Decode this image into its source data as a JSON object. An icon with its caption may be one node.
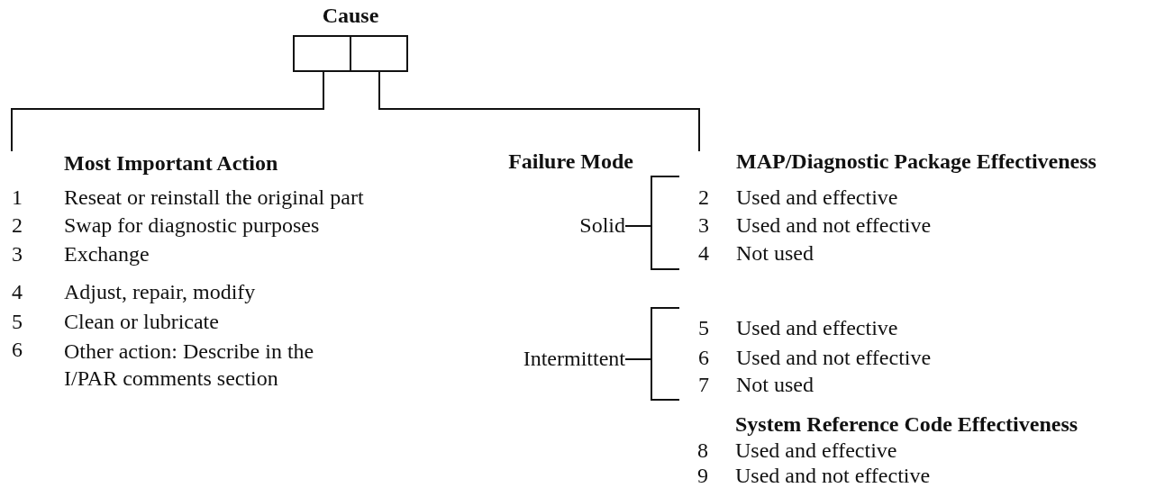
{
  "diagram": {
    "nodes": [
      {
        "text": [
          "Cause"
        ]
      },
      {
        "text": [],
        "shape": "box",
        "in": 0
      },
      {
        "text": [],
        "shape": "box",
        "in": 0
      },
      {
        "text": [
          "Most Important Action",
          "1",
          "Reseat or reinstall the original part",
          "2",
          "Swap for diagnostic purposes",
          "3",
          "Exchange",
          "4",
          "Adjust, repair, modify",
          "5",
          "Clean or lubricate",
          "6",
          "Other action: Describe in the I/PAR comments section"
        ]
      },
      {
        "text": [
          "Failure Mode",
          "MAP/Diagnostic Package Effectiveness",
          "System Reference Code Effectiveness",
          "8",
          "Used and effective",
          "9",
          "Used and not effective"
        ]
      },
      {
        "text": [
          "Solid"
        ],
        "in": 4
      },
      {
        "text": [
          "2",
          "Used and effective",
          "3",
          "Used and not effective",
          "4",
          "Not used"
        ],
        "in": 4
      },
      {
        "text": [
          "Intermittent"
        ],
        "in": 4
      },
      {
        "text": [
          "5",
          "Used and effective",
          "6",
          "Used and not effective",
          "7",
          "Not used"
        ],
        "in": 4
      }
    ],
    "edges": [
      {
        "from": 1,
        "to": 3,
        "arrow": "none"
      },
      {
        "from": 2,
        "to": 4,
        "arrow": "none"
      },
      {
        "from": 5,
        "to": 6,
        "arrow": "none"
      },
      {
        "from": 7,
        "to": 8,
        "arrow": "none"
      }
    ]
  }
}
